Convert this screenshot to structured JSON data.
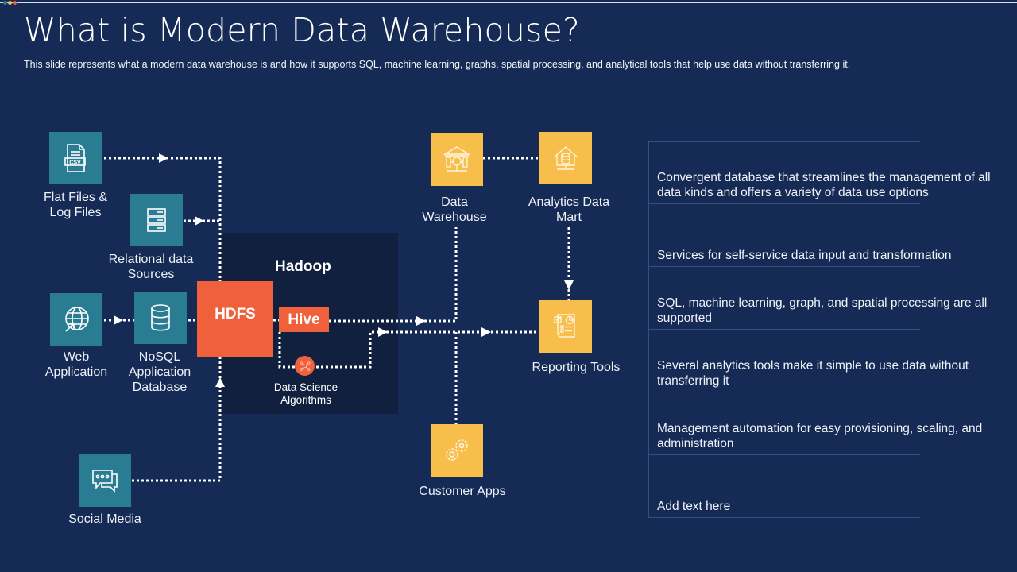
{
  "slide": {
    "title": "What is Modern Data Warehouse?",
    "subtitle": "This slide represents what a modern data warehouse is and how it supports SQL, machine learning, graphs, spatial processing, and analytical tools that help use data without transferring it.",
    "accent_dots": [
      "#2a7c92",
      "#f7be4b",
      "#f0603a"
    ]
  },
  "colors": {
    "background": "#152b55",
    "source_tile": "#2a7c92",
    "output_tile": "#f7be4b",
    "hadoop_component": "#f0603a",
    "hadoop_panel": "#11203f"
  },
  "sources": [
    {
      "label": "Flat Files & Log Files",
      "icon": "csv-file-icon"
    },
    {
      "label": "Relational data Sources",
      "icon": "server-stack-icon"
    },
    {
      "label": "Web Application",
      "icon": "globe-icon"
    },
    {
      "label": "NoSQL Application Database",
      "icon": "database-icon"
    },
    {
      "label": "Social Media",
      "icon": "chat-bubbles-icon"
    }
  ],
  "hadoop": {
    "title": "Hadoop",
    "hdfs": "HDFS",
    "hive": "Hive",
    "data_science": "Data Science Algorithms"
  },
  "outputs": [
    {
      "label": "Data Warehouse",
      "icon": "warehouse-icon"
    },
    {
      "label": "Analytics Data Mart",
      "icon": "house-database-icon"
    },
    {
      "label": "Reporting Tools",
      "icon": "report-icon"
    },
    {
      "label": "Customer Apps",
      "icon": "gears-icon"
    }
  ],
  "descriptions": [
    "Convergent database that streamlines the management of all data kinds and offers a variety of data use options",
    "Services for self-service data input and transformation",
    "SQL, machine learning, graph, and spatial processing are all supported",
    "Several analytics tools make it simple to use data without transferring it",
    "Management automation for easy provisioning, scaling, and administration",
    "Add text here"
  ]
}
